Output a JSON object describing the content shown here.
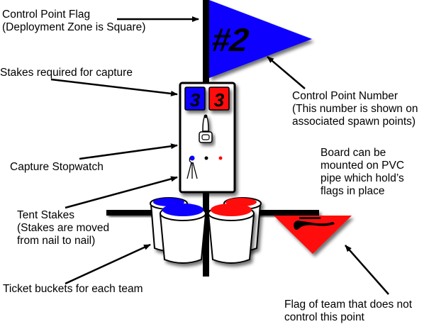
{
  "labels": {
    "control_point_flag": "Control Point Flag\n(Deployment Zone is Square)",
    "stakes_required": "Stakes required for capture",
    "control_point_number": "Control Point Number\n(This number is shown on\nassociated spawn points)",
    "capture_stopwatch": "Capture Stopwatch",
    "board_mount": "Board can be\nmounted on PVC\npipe which hold’s\nflags in place",
    "tent_stakes": "Tent Stakes\n(Stakes are moved\nfrom nail to nail)",
    "ticket_buckets": "Ticket buckets for each team",
    "non_controlling_flag": "Flag of team that does not\ncontrol this point"
  },
  "control_flag": {
    "number_text": "#2",
    "color": "#0a00ff"
  },
  "stake_counters": [
    {
      "team": "blue",
      "value": "3",
      "color": "#0a00ff"
    },
    {
      "team": "red",
      "value": "3",
      "color": "#ff0a0a"
    }
  ],
  "nails": [
    {
      "color": "#0a00ff"
    },
    {
      "color": "#000000"
    },
    {
      "color": "#ff0a0a"
    }
  ],
  "buckets": [
    {
      "team": "blue",
      "color": "#0a00ff"
    },
    {
      "team": "red",
      "color": "#ff0a0a"
    }
  ],
  "team_flag": {
    "color": "#ff0a0a"
  }
}
